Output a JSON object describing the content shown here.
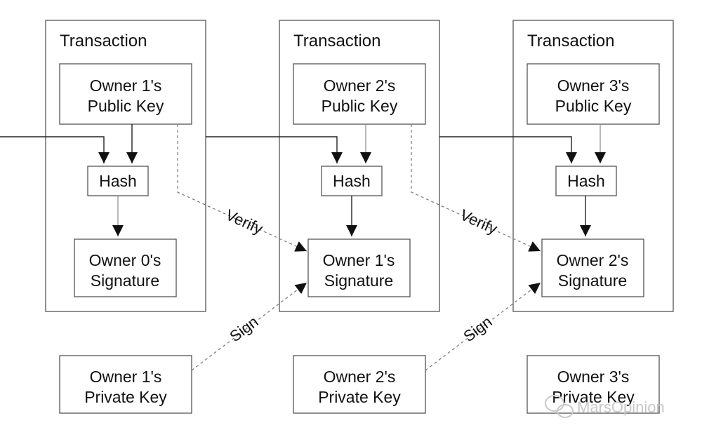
{
  "diagram": {
    "transactions": [
      {
        "title": "Transaction",
        "public_key": [
          "Owner 1's",
          "Public Key"
        ],
        "hash": "Hash",
        "signature": [
          "Owner 0's",
          "Signature"
        ],
        "private_key": [
          "Owner 1's",
          "Private Key"
        ]
      },
      {
        "title": "Transaction",
        "public_key": [
          "Owner 2's",
          "Public Key"
        ],
        "hash": "Hash",
        "signature": [
          "Owner 1's",
          "Signature"
        ],
        "private_key": [
          "Owner 2's",
          "Private Key"
        ]
      },
      {
        "title": "Transaction",
        "public_key": [
          "Owner 3's",
          "Public Key"
        ],
        "hash": "Hash",
        "signature": [
          "Owner 2's",
          "Signature"
        ],
        "private_key": [
          "Owner 3's",
          "Private Key"
        ]
      }
    ],
    "edge_labels": {
      "verify": "Verify",
      "sign": "Sign"
    }
  },
  "watermark": {
    "text": "MarsOpinion",
    "icon": "wechat-icon"
  }
}
